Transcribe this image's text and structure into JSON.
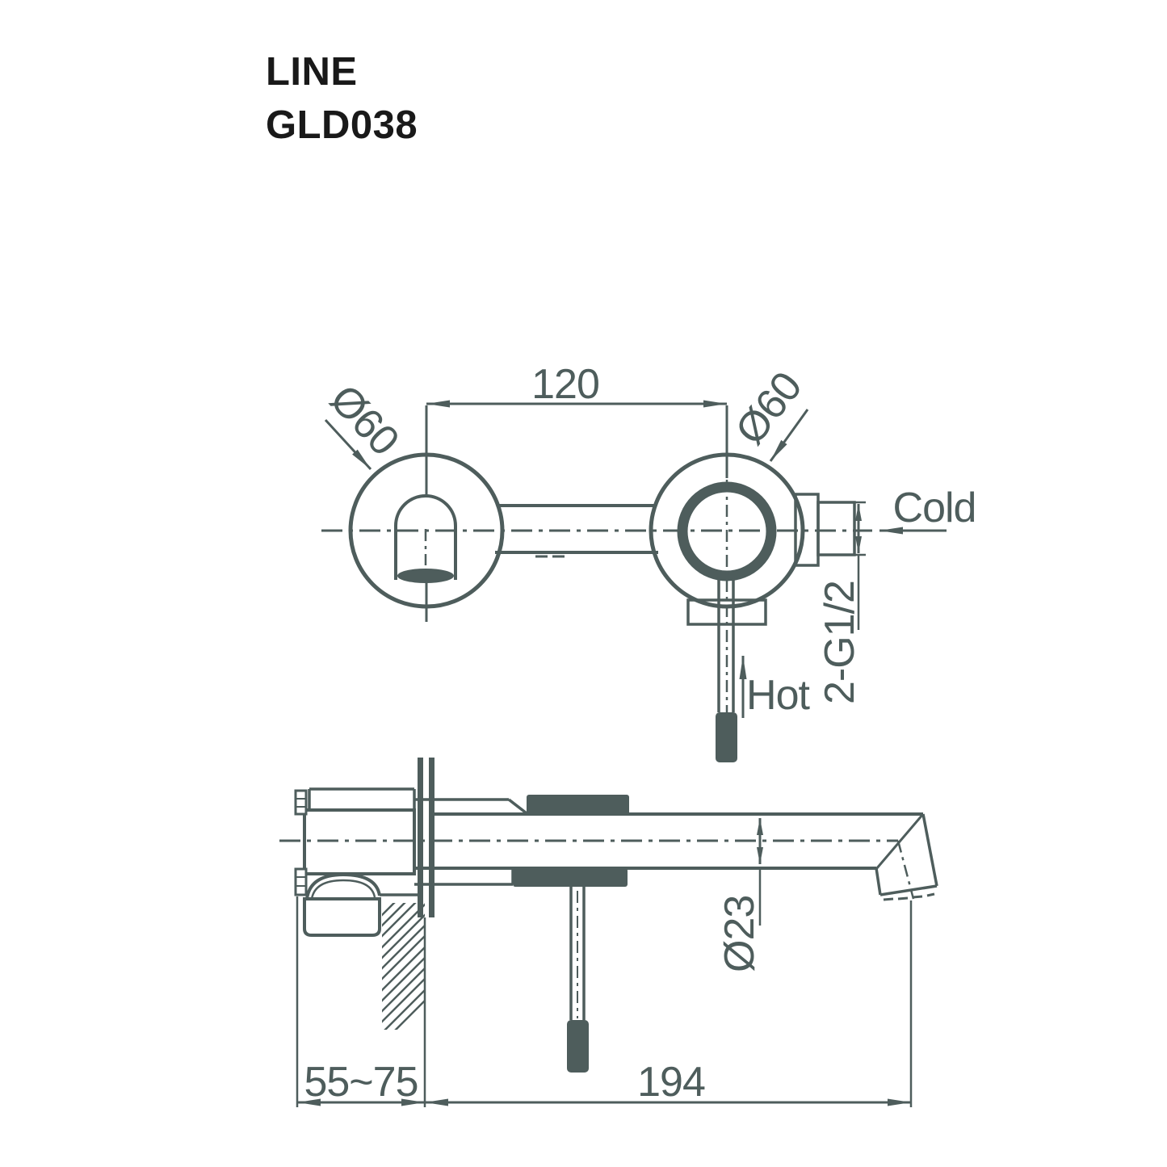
{
  "title": {
    "product_line": "LINE",
    "model_code": "GLD038"
  },
  "colors": {
    "line": "#4e5d5c",
    "title_text": "#191919",
    "background": "#ffffff"
  },
  "front_view": {
    "center_distance_label": "120",
    "left_diameter_label": "Ø60",
    "right_diameter_label": "Ø60",
    "cold_inlet_label": "Cold",
    "hot_inlet_label": "Hot",
    "thread_label": "2-G1/2"
  },
  "side_view": {
    "spout_diameter_label": "Ø23",
    "wall_depth_label": "55~75",
    "spout_reach_label": "194"
  }
}
